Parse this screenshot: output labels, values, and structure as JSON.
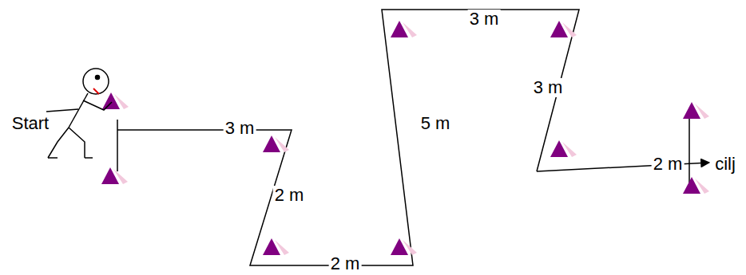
{
  "diagram": {
    "labels": [
      "Start",
      "3 m",
      "2 m",
      "2 m",
      "5 m",
      "3 m",
      "3 m",
      "2 m",
      "cilj"
    ]
  }
}
